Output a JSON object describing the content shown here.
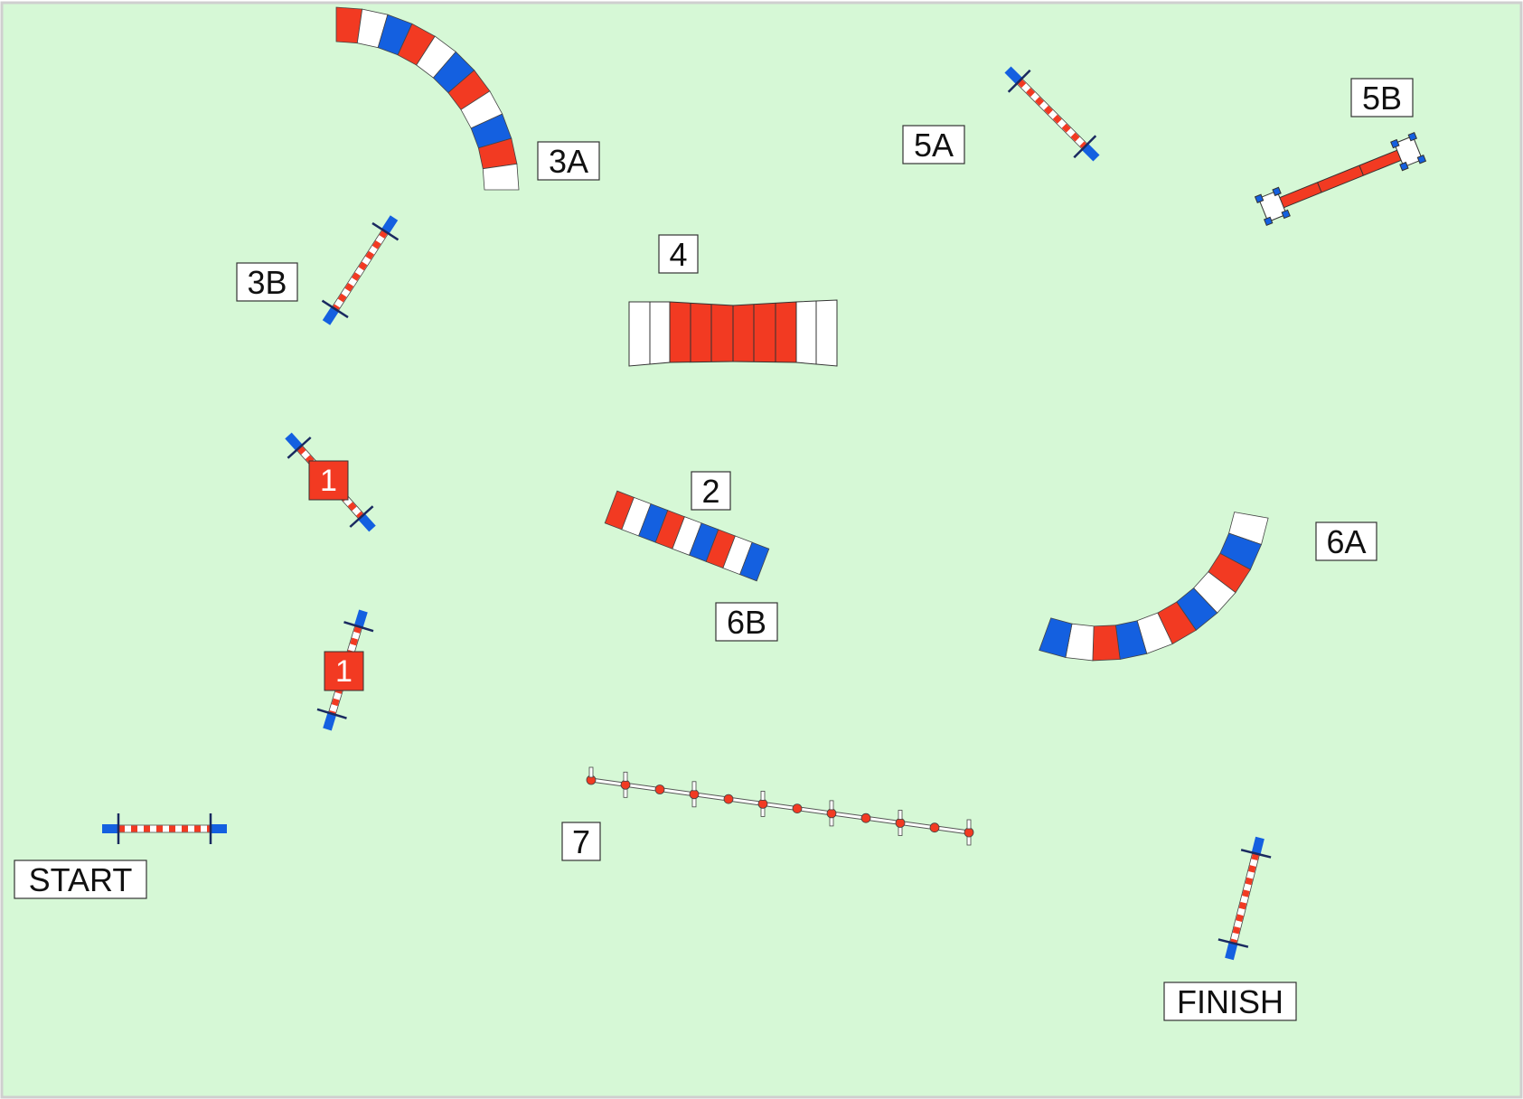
{
  "colors": {
    "field": "#d6f8d6",
    "border": "#cfcfcf",
    "red": "#f23a22",
    "blue": "#1460e0",
    "white": "#ffffff",
    "outline": "#333333"
  },
  "labels": {
    "start": "START",
    "finish": "FINISH",
    "n2": "2",
    "n3a": "3A",
    "n3b": "3B",
    "n4": "4",
    "n5a": "5A",
    "n5b": "5B",
    "n6a": "6A",
    "n6b": "6B",
    "n7": "7"
  },
  "markers": {
    "m1_upper": "1",
    "m1_lower": "1"
  }
}
